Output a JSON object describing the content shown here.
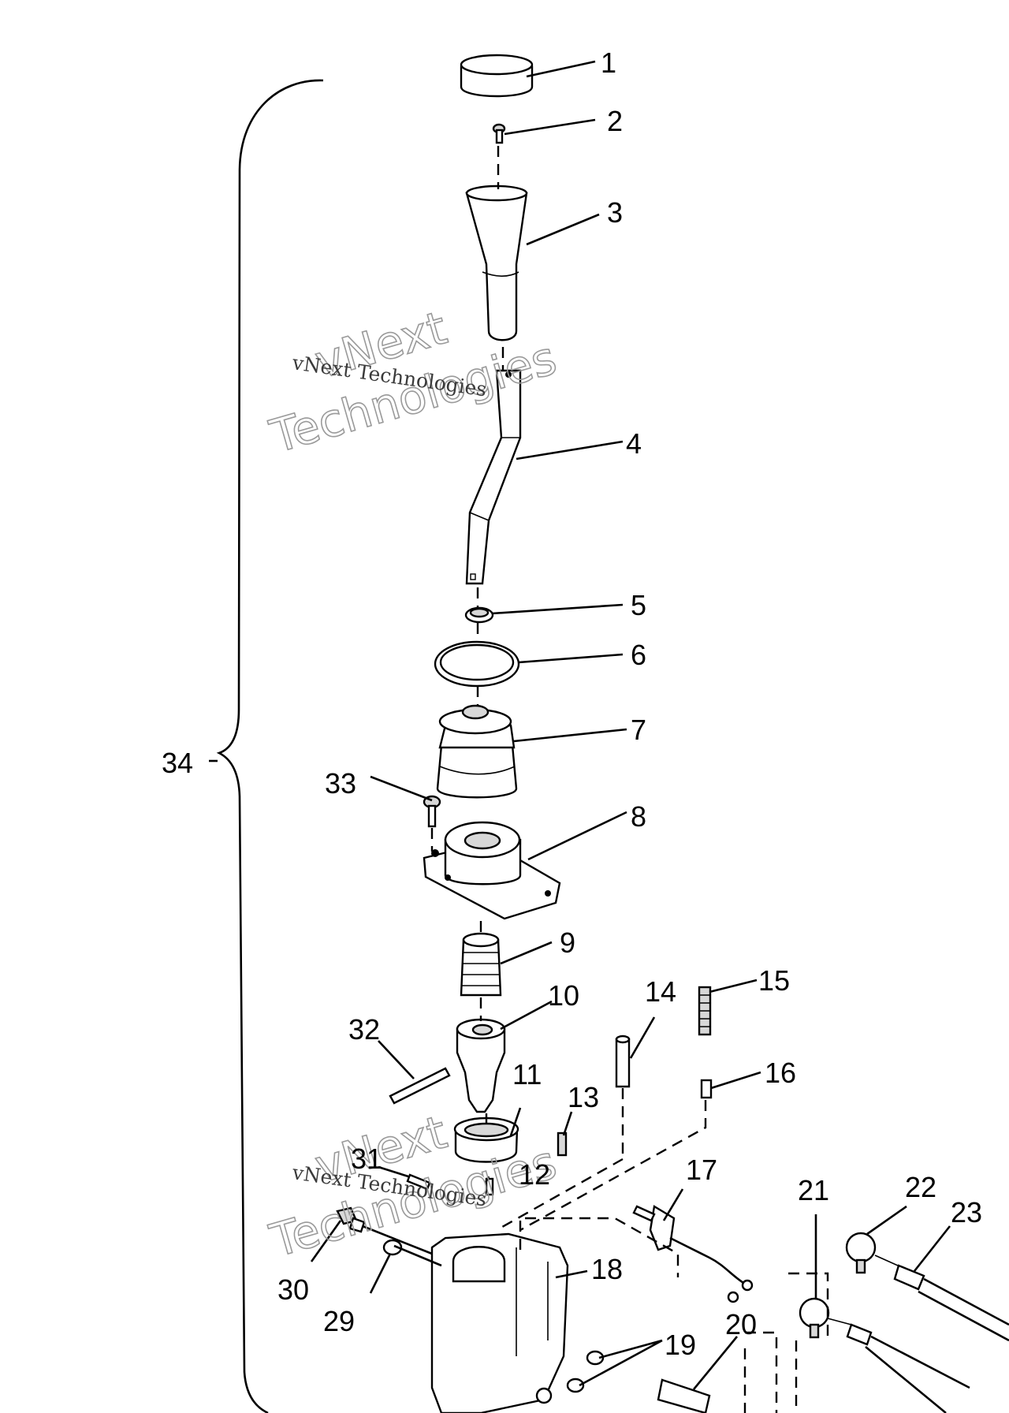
{
  "callouts": {
    "n1": "1",
    "n2": "2",
    "n3": "3",
    "n4": "4",
    "n5": "5",
    "n6": "6",
    "n7": "7",
    "n8": "8",
    "n9": "9",
    "n10": "10",
    "n11": "11",
    "n12": "12",
    "n13": "13",
    "n14": "14",
    "n15": "15",
    "n16": "16",
    "n17": "17",
    "n18": "18",
    "n19": "19",
    "n20": "20",
    "n21": "21",
    "n22": "22",
    "n23": "23",
    "n29": "29",
    "n30": "30",
    "n31": "31",
    "n32": "32",
    "n33": "33",
    "n34": "34"
  },
  "watermark": {
    "word1": "vNext",
    "word2": "Technologies",
    "line": "vNext Technologies"
  }
}
